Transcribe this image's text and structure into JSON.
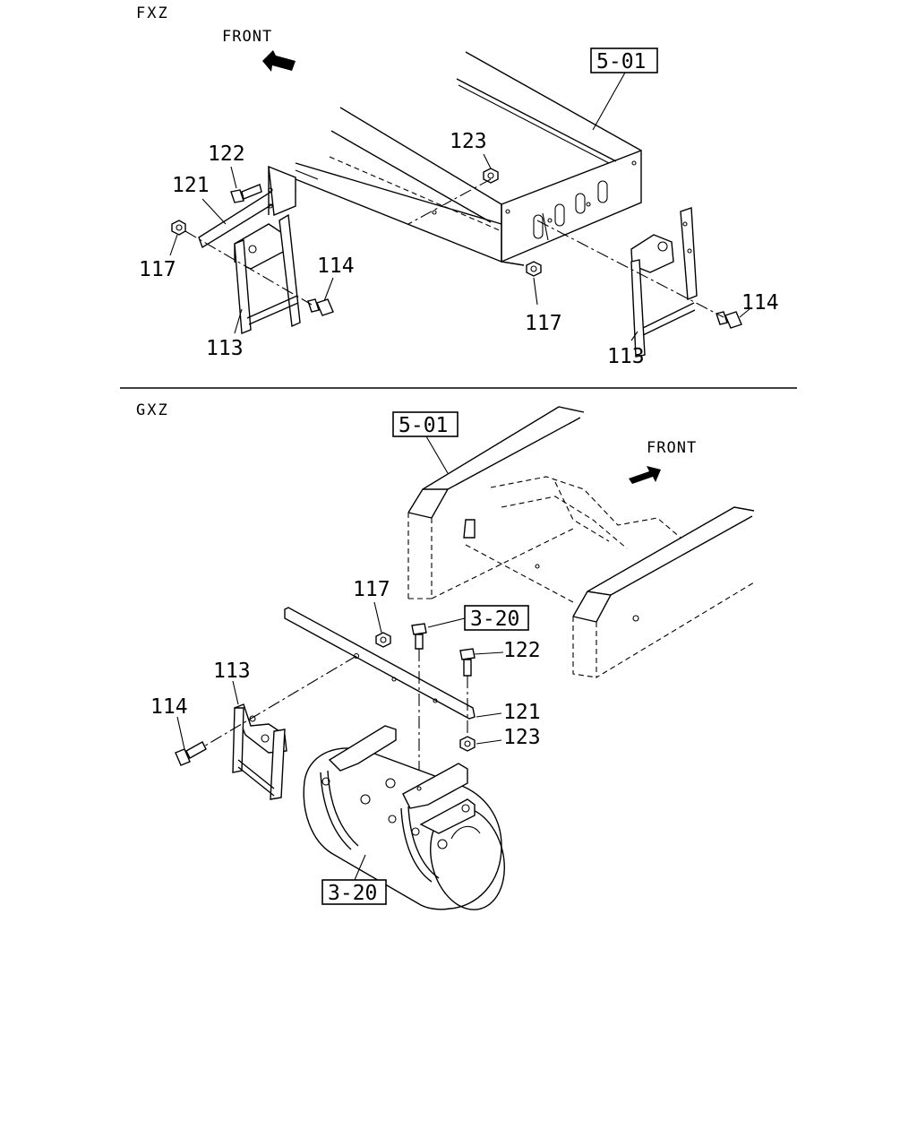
{
  "sections": {
    "fxz": {
      "title": "FXZ",
      "front_label": "FRONT",
      "ref_box": "5-01",
      "callouts": {
        "p122": "122",
        "p121": "121",
        "p117a": "117",
        "p114a": "114",
        "p113a": "113",
        "p123": "123",
        "p117b": "117",
        "p113b": "113",
        "p114b": "114"
      }
    },
    "gxz": {
      "title": "GXZ",
      "front_label": "FRONT",
      "ref_box_frame": "5-01",
      "ref_box_tank_top": "3-20",
      "ref_box_tank": "3-20",
      "callouts": {
        "p117": "117",
        "p122": "122",
        "p121": "121",
        "p123": "123",
        "p113": "113",
        "p114": "114"
      }
    }
  }
}
